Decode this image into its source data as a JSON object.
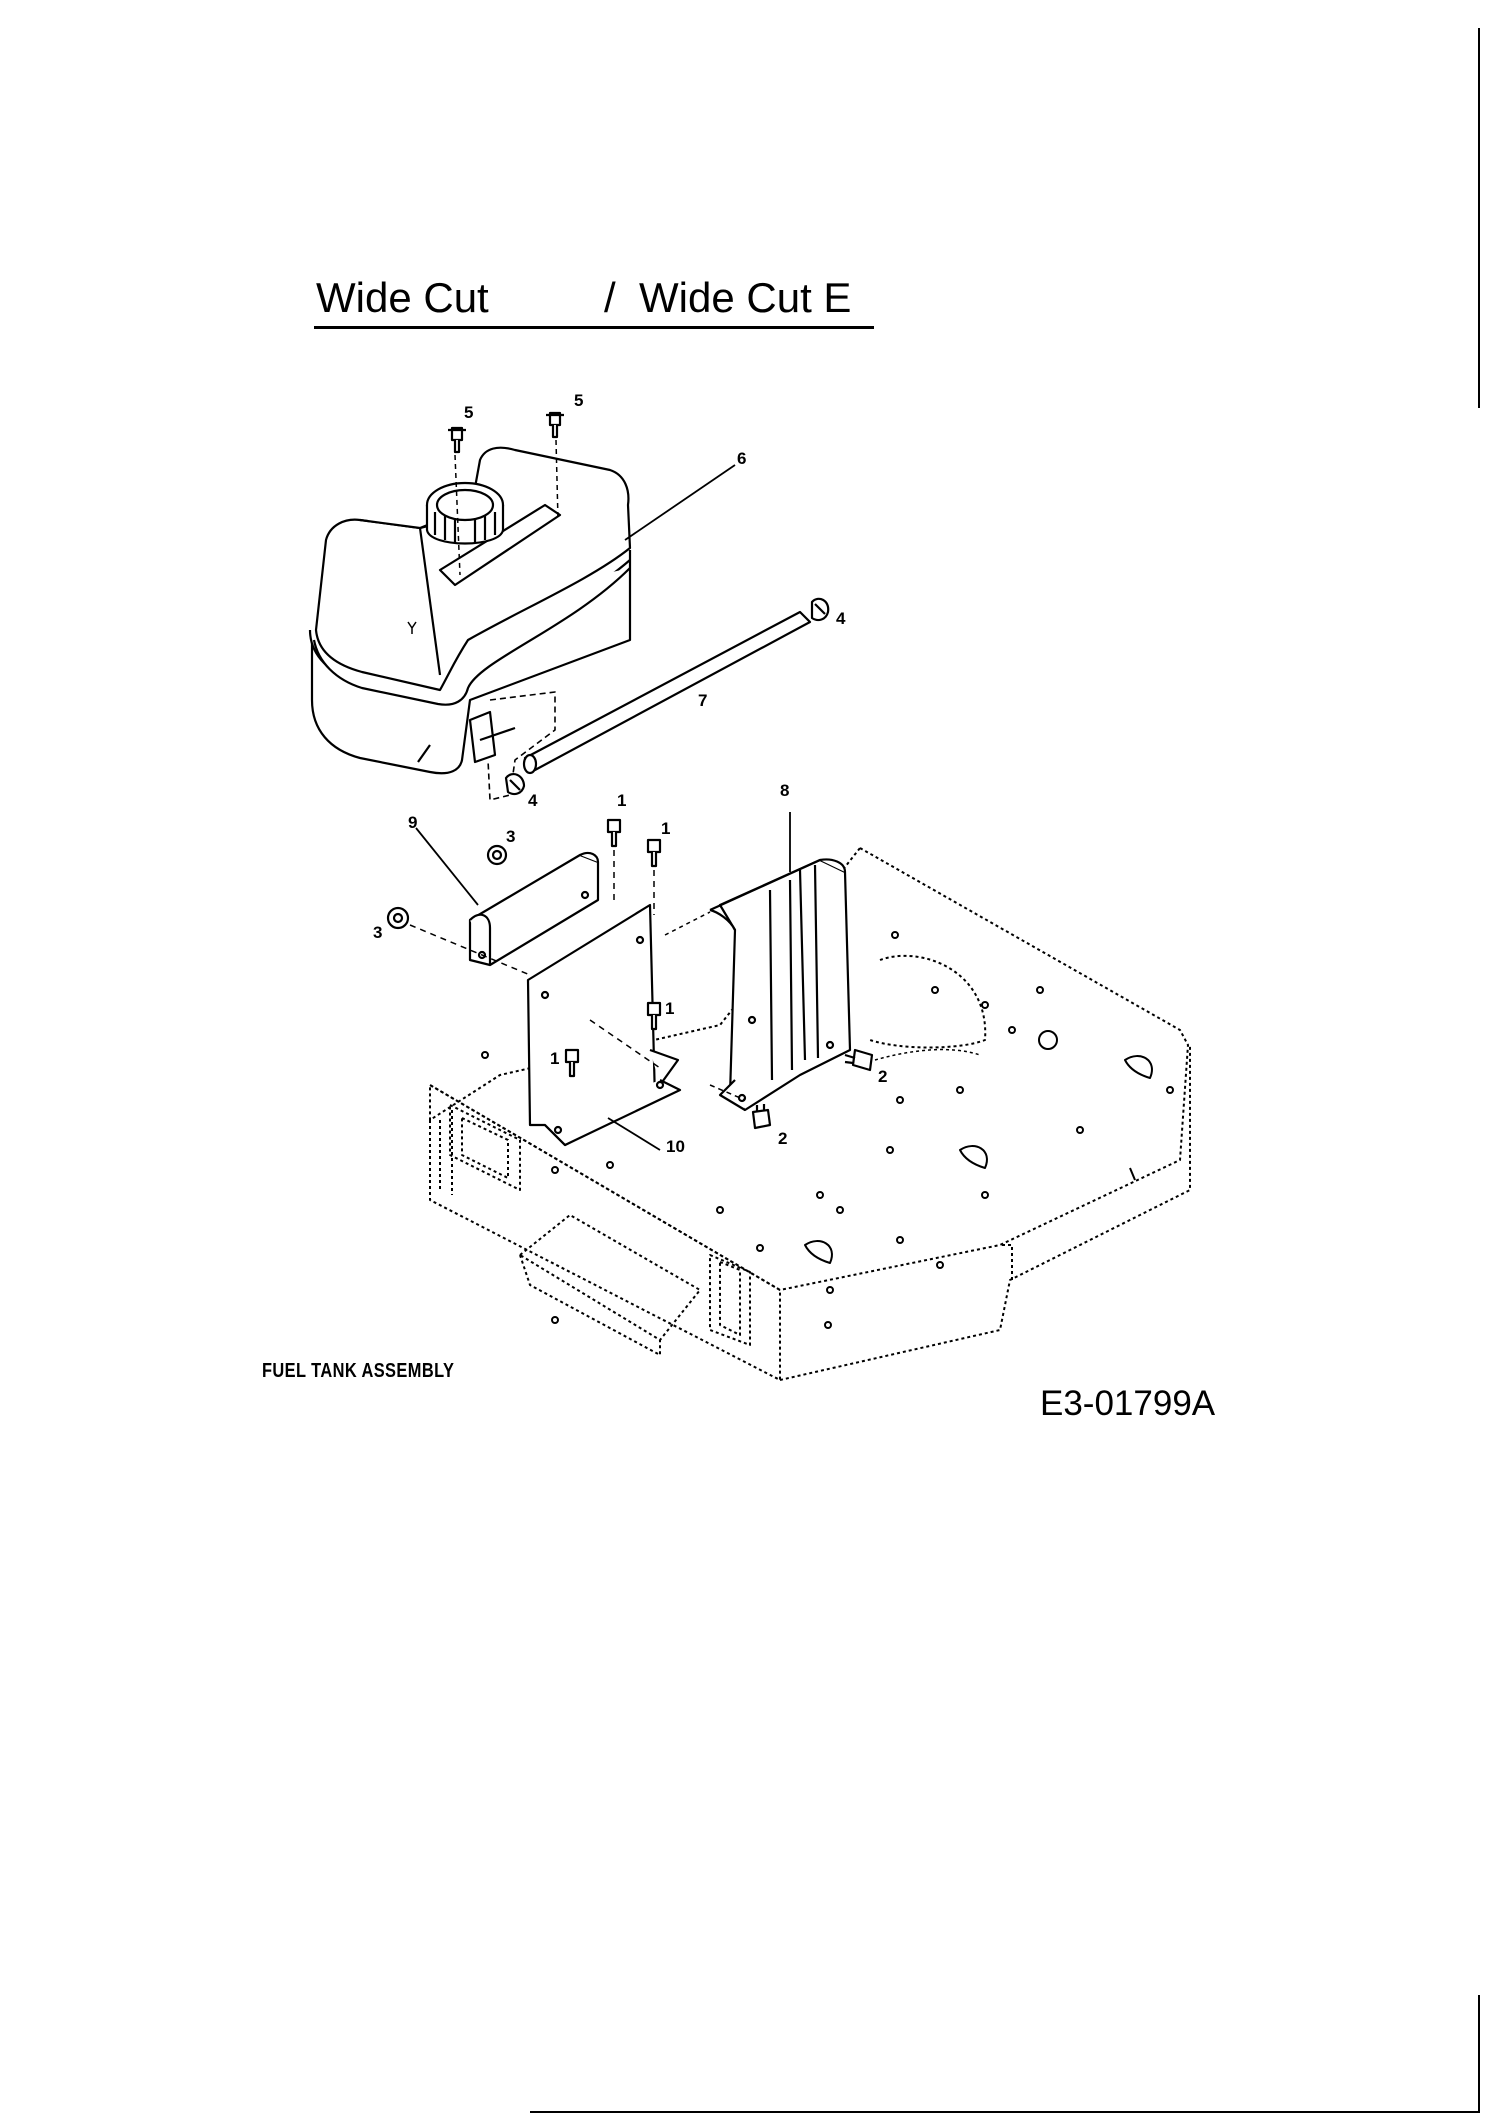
{
  "title": {
    "part1": "Wide Cut",
    "separator": "/",
    "part2": "Wide Cut E"
  },
  "caption": "FUEL TANK ASSEMBLY",
  "diagram_code": "E3-01799A",
  "callouts": [
    "5",
    "5",
    "6",
    "4",
    "7",
    "4",
    "1",
    "1",
    "8",
    "9",
    "3",
    "3",
    "1",
    "1",
    "2",
    "2",
    "10"
  ]
}
